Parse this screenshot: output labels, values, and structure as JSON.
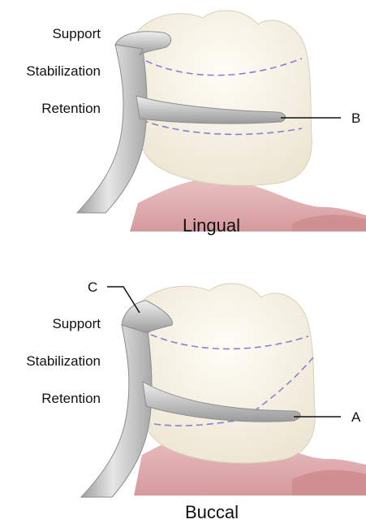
{
  "top_panel": {
    "zones": [
      "Support",
      "Stabilization",
      "Retention"
    ],
    "callout": "B",
    "view": "Lingual"
  },
  "bottom_panel": {
    "zones": [
      "Support",
      "Stabilization",
      "Retention"
    ],
    "callouts": [
      "C",
      "A"
    ],
    "view": "Buccal"
  },
  "colors": {
    "tooth_enamel": "#f5f0e1",
    "gingiva": "#e3b4b6",
    "clasp_metal": "#bfbfbf",
    "zone_line": "#8a7fd0",
    "leader_line": "#111111"
  }
}
